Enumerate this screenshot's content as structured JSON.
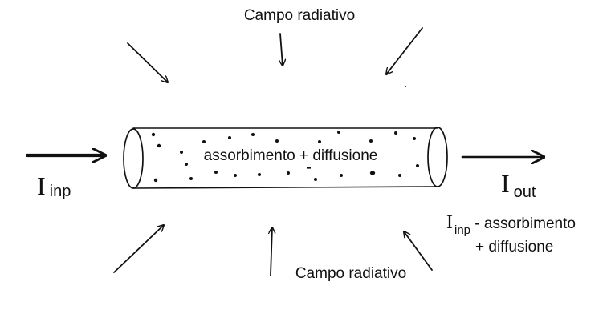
{
  "labels": {
    "top": "Campo radiativo",
    "bottom": "Campo radiativo",
    "tube": "assorbimento + diffusione",
    "input_symbol": "I",
    "input_sub": "inp",
    "output_symbol": "I",
    "output_sub": "out",
    "formula_symbol": "I",
    "formula_sub": "inp",
    "formula_line1": " - assorbimento",
    "formula_line2": "+ diffusione"
  },
  "colors": {
    "ink": "#111111",
    "background": "#ffffff"
  }
}
